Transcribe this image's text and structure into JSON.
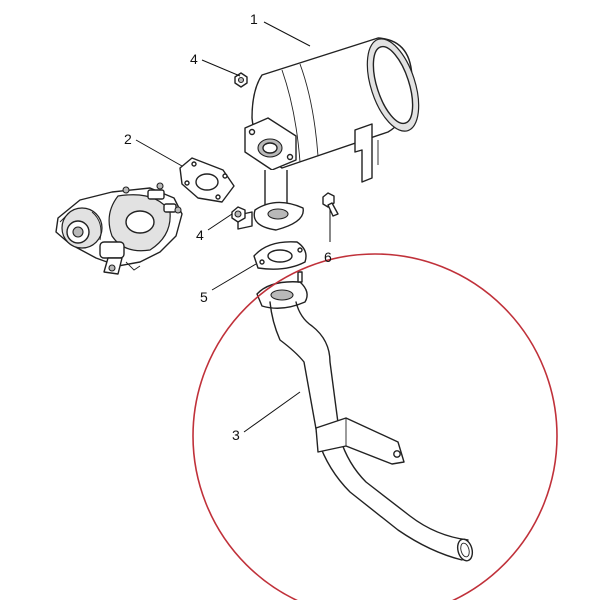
{
  "callouts": [
    {
      "id": "1",
      "label": "1"
    },
    {
      "id": "2",
      "label": "2"
    },
    {
      "id": "3",
      "label": "3"
    },
    {
      "id": "4a",
      "label": "4"
    },
    {
      "id": "4b",
      "label": "4"
    },
    {
      "id": "5",
      "label": "5"
    },
    {
      "id": "6",
      "label": "6"
    }
  ],
  "colors": {
    "highlight_circle": "#c0313a",
    "line": "#222222",
    "background": "#ffffff"
  }
}
